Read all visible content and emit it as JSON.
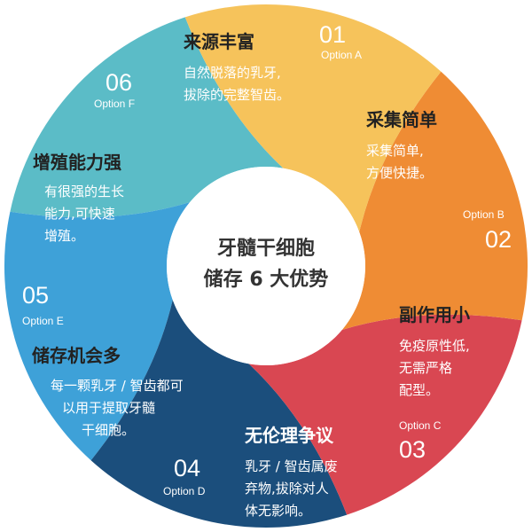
{
  "center": {
    "line1": "牙髓干细胞",
    "line2": "储存 6 大优势"
  },
  "segments": [
    {
      "id": "01",
      "option": "Option A",
      "title": "来源丰富",
      "desc": [
        "自然脱落的乳牙,",
        "拔除的完整智齿。"
      ],
      "color": "#F6C35B"
    },
    {
      "id": "02",
      "option": "Option B",
      "title": "采集简单",
      "desc": [
        "采集简单,",
        "方便快捷。"
      ],
      "color": "#EF8C34"
    },
    {
      "id": "03",
      "option": "Option C",
      "title": "副作用小",
      "desc": [
        "免疫原性低,",
        "无需严格",
        "配型。"
      ],
      "color": "#D94752"
    },
    {
      "id": "04",
      "option": "Option D",
      "title": "无伦理争议",
      "desc": [
        "乳牙 / 智齿属废",
        "弃物,拔除对人",
        "体无影响。"
      ],
      "color": "#1B4E7C"
    },
    {
      "id": "05",
      "option": "Option E",
      "title": "储存机会多",
      "desc": [
        "每一颗乳牙 / 智齿都可",
        "以用于提取牙髓",
        "干细胞。"
      ],
      "color": "#3EA1D8"
    },
    {
      "id": "06",
      "option": "Option F",
      "title": "增殖能力强",
      "desc": [
        "有很强的生长",
        "能力,可快速",
        "增殖。"
      ],
      "color": "#5BBCC7"
    }
  ]
}
